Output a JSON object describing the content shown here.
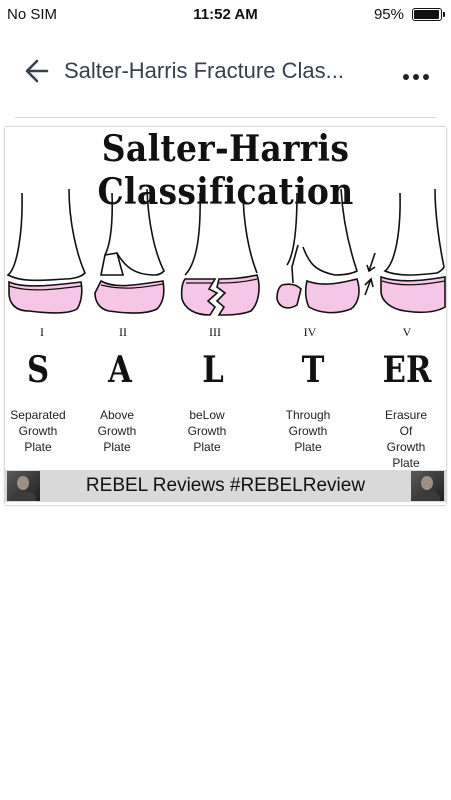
{
  "status_bar": {
    "carrier": "No SIM",
    "time": "11:52 AM",
    "battery": "95%"
  },
  "nav": {
    "title": "Salter-Harris Fracture Clas..."
  },
  "figure": {
    "title": "Salter-Harris Classification",
    "types": [
      {
        "numeral": "I",
        "letter": "S",
        "desc": [
          "Separated",
          "Growth",
          "Plate"
        ]
      },
      {
        "numeral": "II",
        "letter": "A",
        "desc": [
          "Above",
          "Growth",
          "Plate"
        ]
      },
      {
        "numeral": "III",
        "letter": "L",
        "desc": [
          "beLow",
          "Growth",
          "Plate"
        ]
      },
      {
        "numeral": "IV",
        "letter": "T",
        "desc": [
          "Through",
          "Growth",
          "Plate"
        ]
      },
      {
        "numeral": "V",
        "letter": "ER",
        "desc": [
          "Erasure",
          "Of",
          "Growth",
          "Plate"
        ]
      }
    ],
    "footer": "REBEL Reviews #REBELReview",
    "colors": {
      "epiphysis": "#f6c6e6",
      "footer_band": "#d9d9d9"
    }
  }
}
